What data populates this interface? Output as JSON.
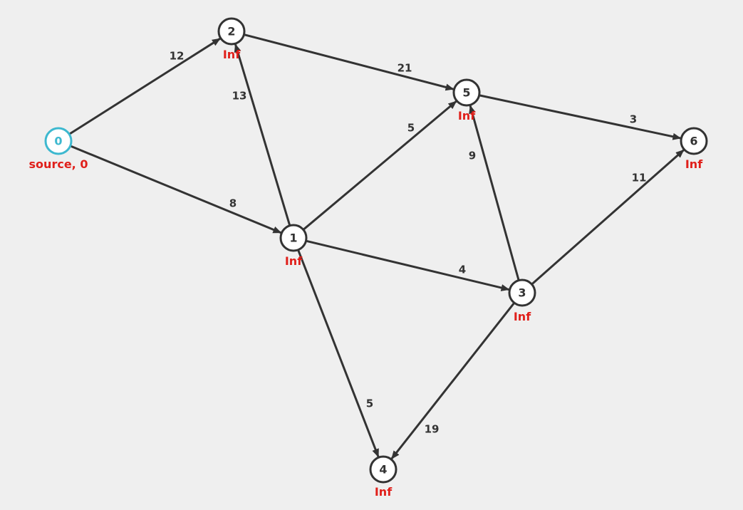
{
  "colors": {
    "background": "#efefef",
    "edge": "#333333",
    "node_stroke": "#333333",
    "source_stroke": "#3db8cf",
    "distance_label": "#e0201b"
  },
  "nodes": [
    {
      "id": "0",
      "label": "source, 0",
      "source": true
    },
    {
      "id": "1",
      "label": "Inf"
    },
    {
      "id": "2",
      "label": "Inf"
    },
    {
      "id": "3",
      "label": "Inf"
    },
    {
      "id": "4",
      "label": "Inf"
    },
    {
      "id": "5",
      "label": "Inf"
    },
    {
      "id": "6",
      "label": "Inf"
    }
  ],
  "edges": [
    {
      "from": "0",
      "to": "2",
      "weight": "12"
    },
    {
      "from": "0",
      "to": "1",
      "weight": "8"
    },
    {
      "from": "2",
      "to": "5",
      "weight": "21"
    },
    {
      "from": "1",
      "to": "2",
      "weight": "13"
    },
    {
      "from": "1",
      "to": "5",
      "weight": "5"
    },
    {
      "from": "1",
      "to": "3",
      "weight": "4"
    },
    {
      "from": "1",
      "to": "4",
      "weight": "5"
    },
    {
      "from": "5",
      "to": "6",
      "weight": "3"
    },
    {
      "from": "3",
      "to": "5",
      "weight": "9"
    },
    {
      "from": "3",
      "to": "6",
      "weight": "11"
    },
    {
      "from": "3",
      "to": "4",
      "weight": "19"
    }
  ]
}
